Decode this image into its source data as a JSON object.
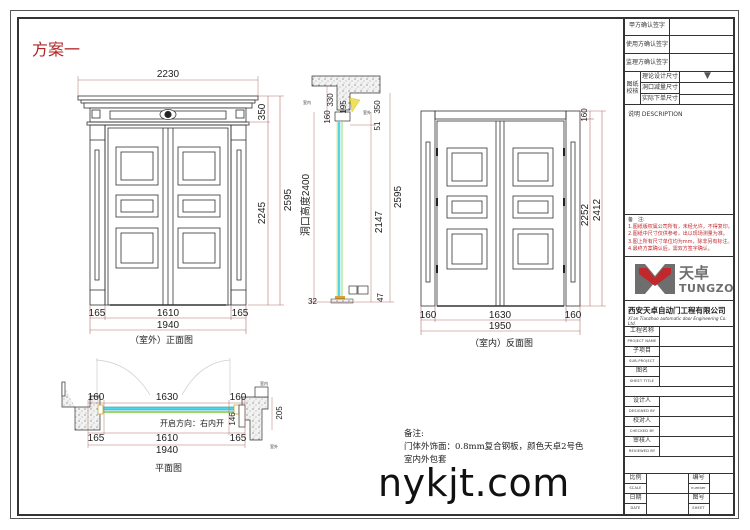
{
  "sheet": {
    "scheme_title": "方案一",
    "watermark": "nykjt.com"
  },
  "front_elevation": {
    "caption": "（室外）正面图",
    "dims": {
      "overall_width_top": "2230",
      "canopy_height": "350",
      "door_height": "2245",
      "total_height": "2595",
      "left_jamb": "165",
      "opening": "1610",
      "right_jamb": "165",
      "overall_width": "1940"
    }
  },
  "section": {
    "dims": {
      "top_330": "330",
      "top_195": "195",
      "top_160": "160",
      "top_51": "51",
      "top_350": "350",
      "opening_height": "洞口高度2400",
      "mid_2147": "2147",
      "total_2595": "2595",
      "bottom_32": "32",
      "bottom_47": "47"
    },
    "labels": {
      "interior_1": "室内",
      "interior_2": "室外"
    }
  },
  "back_elevation": {
    "caption": "（室内）反面图",
    "dims": {
      "top_160": "160",
      "door_height": "2252",
      "total_height": "2412",
      "left_jamb": "160",
      "opening": "1630",
      "right_jamb": "160",
      "overall_width": "1950"
    }
  },
  "plan_view": {
    "caption": "平面图",
    "opening_direction": "开启方向：右内开",
    "dims": {
      "top_left": "160",
      "top_mid": "1630",
      "top_right": "160",
      "bottom_left": "165",
      "bottom_mid": "1610",
      "bottom_right": "165",
      "overall": "1940",
      "depth_146": "146",
      "depth_205": "205"
    },
    "labels": {
      "interior": "室内",
      "exterior": "室外"
    }
  },
  "notes": {
    "heading": "备注:",
    "line1": "门体外饰面：0.8mm复合钢板，颜色天卓2号色",
    "line2": "室内外包套"
  },
  "title_block": {
    "sign_rows": [
      {
        "label": "甲方确认签字"
      },
      {
        "label": "使用方确认签字"
      },
      {
        "label": "监理方确认签字"
      }
    ],
    "drawing_check": {
      "label": "图纸\n校核",
      "items": [
        "理论设计尺寸",
        "洞口减量尺寸",
        "实际下单尺寸"
      ],
      "marker": "▼"
    },
    "description_label": "说明 DESCRIPTION",
    "remarks": {
      "heading": "备　注:",
      "items": [
        "1.图纸版权属公司所有，未经允许，不得复印。",
        "2.图纸中尺寸仅供参考，出以现场测量为准。",
        "3.图上所有尺寸单位均为mm，除非另有标注。",
        "4.最终方案确认后，需双方签字确认。"
      ]
    },
    "logo": {
      "brand_cn": "天卓",
      "brand_en": "TUNGZO",
      "accent_color": "#c0282d",
      "grey_color": "#6e6e6e"
    },
    "company_cn": "西安天卓自动门工程有限公司",
    "company_en": "Xi'an Tianzhuo automatic door Engineering Co. Ltd.",
    "info_rows": [
      {
        "cn": "工程名称",
        "en": "PROJECT NAME",
        "value": ""
      },
      {
        "cn": "子项目",
        "en": "SUB-PROJECT",
        "value": ""
      },
      {
        "cn": "图名",
        "en": "SHEET TITLE",
        "value": ""
      },
      {
        "cn": "设计人",
        "en": "DESIGNED BY",
        "value": ""
      },
      {
        "cn": "校对人",
        "en": "CHECKED BY",
        "value": ""
      },
      {
        "cn": "审核人",
        "en": "REVIEWED BY",
        "value": ""
      }
    ],
    "footer": {
      "scale_cn": "比例",
      "scale_en": "SCALE",
      "number_cn": "编号",
      "number_en": "number",
      "date_cn": "日期",
      "date_en": "DATE",
      "sheet_cn": "图号",
      "sheet_en": "SHEET"
    }
  }
}
